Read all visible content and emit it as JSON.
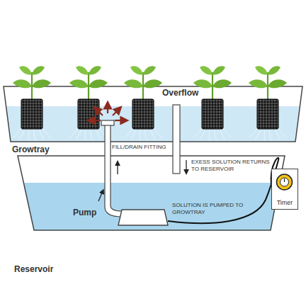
{
  "diagram": {
    "nodes": [
      {
        "text": [
          "Growtray"
        ]
      },
      {
        "text": [
          "Reservoir"
        ]
      },
      {
        "text": [
          "Timer"
        ]
      }
    ],
    "labels": [
      "Overflow",
      "FILL/DRAIN FITTING",
      "EXESS SOLUTION RETURNS TO RESERVOIR",
      "Pump",
      "SOLUTION IS PUMPED TO GROWTRAY"
    ]
  }
}
